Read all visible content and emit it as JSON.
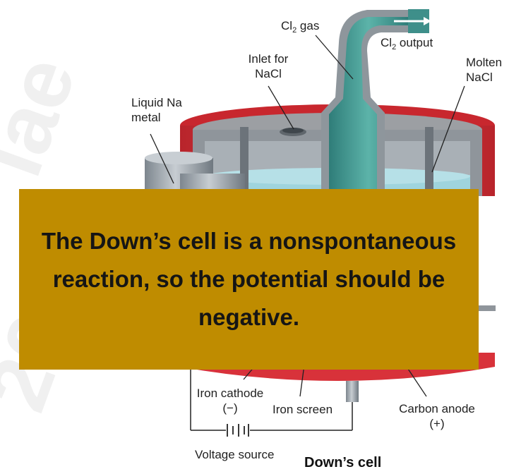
{
  "labels": {
    "cl2_gas": {
      "symbol": "Cl",
      "sub": "2",
      "text": " gas"
    },
    "cl2_output": {
      "symbol": "Cl",
      "sub": "2",
      "text": " output"
    },
    "inlet_line1": "Inlet for",
    "inlet_line2": "NaCl",
    "molten_line1": "Molten",
    "molten_line2": "NaCl",
    "liquid_na_line1": "Liquid Na",
    "liquid_na_line2": "metal",
    "iron_cathode": "Iron cathode",
    "cathode_sign": "(−)",
    "iron_screen": "Iron screen",
    "carbon_anode": "Carbon anode",
    "anode_sign": "(+)",
    "voltage_source": "Voltage source",
    "title": "Down’s cell"
  },
  "overlay": {
    "text": "The Down’s cell is a nonspontaneous reaction, so the potential should be negative."
  },
  "colors": {
    "overlay_bg": "#bf8c00",
    "cell_wall": "#d8323a",
    "gas_column": "#3e8f8a",
    "metal": "#9aa3ab"
  }
}
